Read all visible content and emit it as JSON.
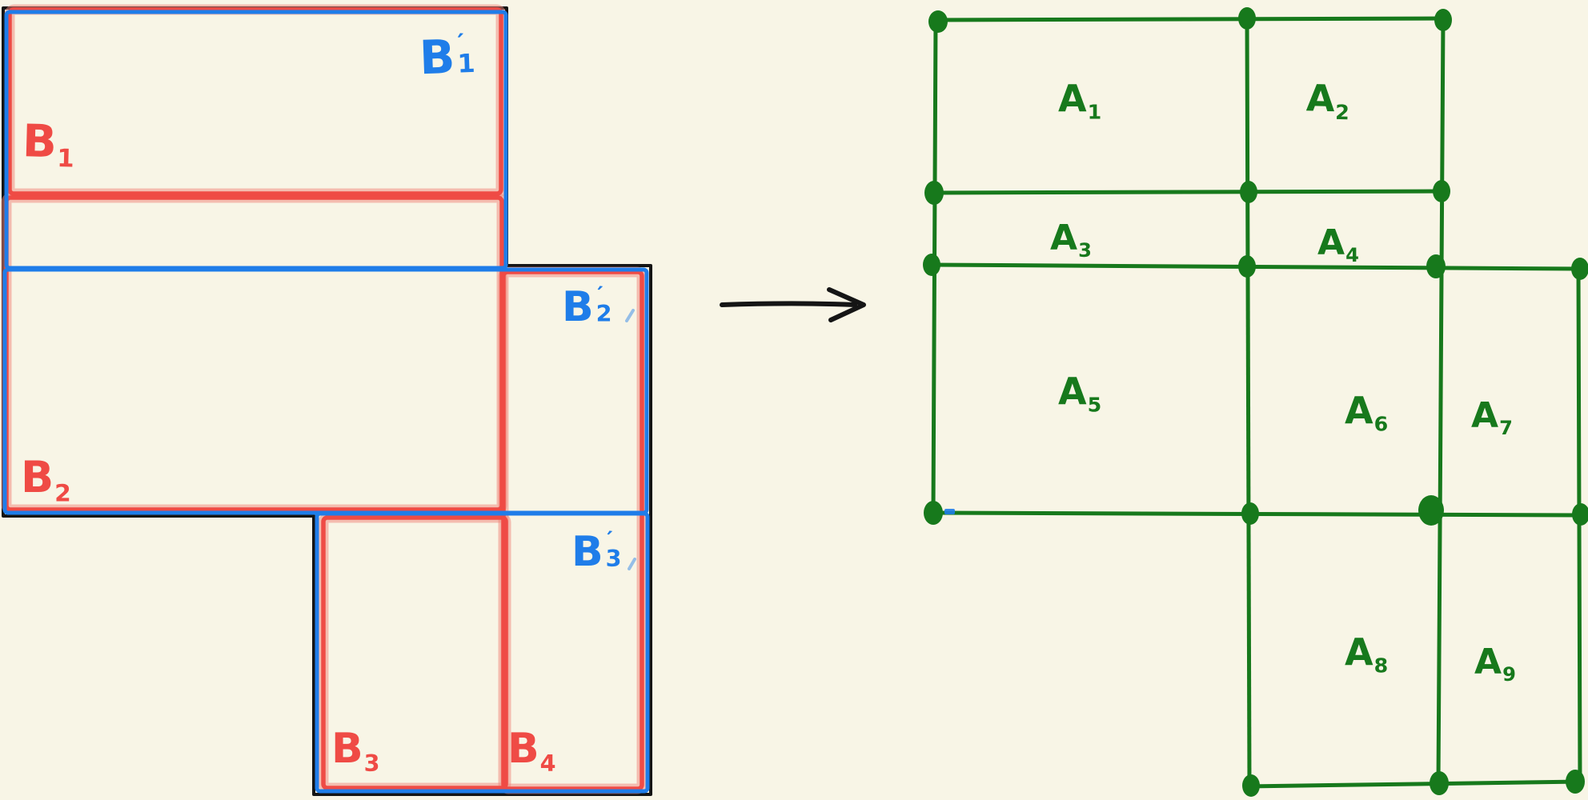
{
  "canvas": {
    "background": "#f8f5e6"
  },
  "colors": {
    "red": "#ef4b45",
    "red-halo": "#f08377",
    "blue": "#1f7de9",
    "green": "#17791c",
    "ink": "#151515",
    "background": "#f8f5e6"
  },
  "left_figure": {
    "red_labels": [
      {
        "base": "B",
        "sub": "1"
      },
      {
        "base": "B",
        "sub": "2"
      },
      {
        "base": "B",
        "sub": "3"
      },
      {
        "base": "B",
        "sub": "4"
      }
    ],
    "blue_labels": [
      {
        "base": "B",
        "prime": "′",
        "sub": "1"
      },
      {
        "base": "B",
        "prime": "′",
        "sub": "2"
      },
      {
        "base": "B",
        "prime": "′",
        "sub": "3"
      }
    ]
  },
  "right_figure": {
    "green_labels": [
      {
        "base": "A",
        "sub": "1"
      },
      {
        "base": "A",
        "sub": "2"
      },
      {
        "base": "A",
        "sub": "3"
      },
      {
        "base": "A",
        "sub": "4"
      },
      {
        "base": "A",
        "sub": "5"
      },
      {
        "base": "A",
        "sub": "6"
      },
      {
        "base": "A",
        "sub": "7"
      },
      {
        "base": "A",
        "sub": "8"
      },
      {
        "base": "A",
        "sub": "9"
      }
    ]
  }
}
